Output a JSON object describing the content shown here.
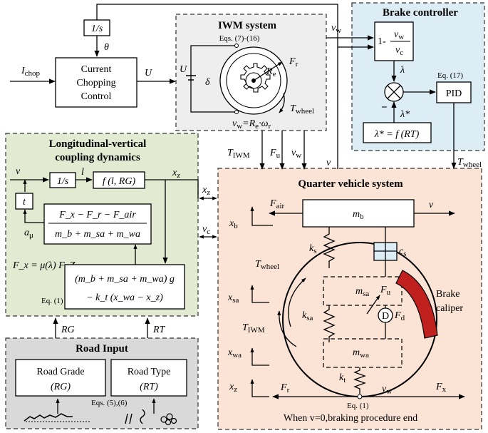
{
  "colors": {
    "iwm_bg": "#eeeeee",
    "brake_bg": "#dcedf5",
    "coupling_bg": "#e2ebd2",
    "quarter_bg": "#fbe3d6",
    "road_bg": "#d9d9d9",
    "caliper": "#c0201e"
  },
  "left_top": {
    "integrator": "1/s",
    "theta": "θ",
    "i_chop": "I",
    "i_chop_sub": "chop",
    "u_out": "U",
    "chopping_block": [
      "Current",
      "Chopping",
      "Control"
    ]
  },
  "iwm": {
    "title": "IWM system",
    "eqs": "Eqs. (7)-(16)",
    "u_label": "U",
    "delta": "δ",
    "fr": "F",
    "fr_sub": "r",
    "re": "R",
    "re_sub": "e",
    "twheel": "T",
    "twheel_sub": "wheel",
    "vw_eq": "v",
    "vw_eq_sub": "w",
    "eq_sign": "=R",
    "omega": "ω",
    "omega_sub": "r",
    "vw_out": "v",
    "vw_out_sub": "w"
  },
  "brake": {
    "title": "Brake controller",
    "slip_one": "1-",
    "num": "v",
    "num_sub": "w",
    "den": "v",
    "den_sub": "c",
    "lambda": "λ",
    "lambda_star": "λ*",
    "eq17": "Eq. (17)",
    "pid": "PID",
    "f_rt": "λ* = f (RT)",
    "minus": "−",
    "twheel": "T",
    "twheel_sub": "wheel"
  },
  "coupling": {
    "title_line1": "Longitudinal-vertical",
    "title_line2": "coupling dynamics",
    "v": "v",
    "int": "1/s",
    "l": "l",
    "f_block": "f (l, RG)",
    "xz": "x",
    "xz_sub": "z",
    "t": "t",
    "a_mu": "a",
    "a_mu_sub": "μ",
    "frac_num": "F_x − F_r − F_air",
    "frac_den": "m_b + m_sa + m_wa",
    "fx_eq": "F_x = μ(λ) F_Z",
    "bottom_line1": "(m_b + m_sa + m_wa) g",
    "bottom_line2": "− k_t (x_wa − x_z)",
    "eq1": "Eq. (1)"
  },
  "interface": {
    "tiwm": "T",
    "tiwm_sub": "IWM",
    "fu": "F",
    "fu_sub": "u",
    "vw": "v",
    "vw_sub": "w",
    "v": "v",
    "xz": "x",
    "xz_sub": "z",
    "vc": "v",
    "vc_sub": "c",
    "rg": "RG",
    "rt": "RT"
  },
  "quarter": {
    "title": "Quarter vehicle system",
    "fair": "F",
    "fair_sub": "air",
    "mb": "m",
    "mb_sub": "b",
    "v": "v",
    "xb": "x",
    "xb_sub": "b",
    "ks": "k",
    "ks_sub": "s",
    "cs": "c",
    "cs_sub": "s",
    "twheel": "T",
    "twheel_sub": "wheel",
    "xsa": "x",
    "xsa_sub": "sa",
    "msa": "m",
    "msa_sub": "sa",
    "fu": "F",
    "fu_sub": "u",
    "ksa": "k",
    "ksa_sub": "sa",
    "d": "D",
    "fd": "F",
    "fd_sub": "d",
    "tiwm": "T",
    "tiwm_sub": "IWM",
    "xwa": "x",
    "xwa_sub": "wa",
    "mwa": "m",
    "mwa_sub": "wa",
    "kt": "k",
    "kt_sub": "t",
    "xz": "x",
    "xz_sub": "z",
    "fr": "F",
    "fr_sub": "r",
    "vw": "v",
    "vw_sub": "w",
    "fx": "F",
    "fx_sub": "x",
    "eq1": "Eq. (1)",
    "caliper_line1": "Brake",
    "caliper_line2": "caliper",
    "end_note": "When v=0,braking procedure end"
  },
  "road": {
    "title": "Road Input",
    "grade_line1": "Road Grade",
    "grade_line2": "(RG)",
    "type_line1": "Road Type",
    "type_line2": "(RT)",
    "eqs": "Eqs. (5),(6)"
  }
}
